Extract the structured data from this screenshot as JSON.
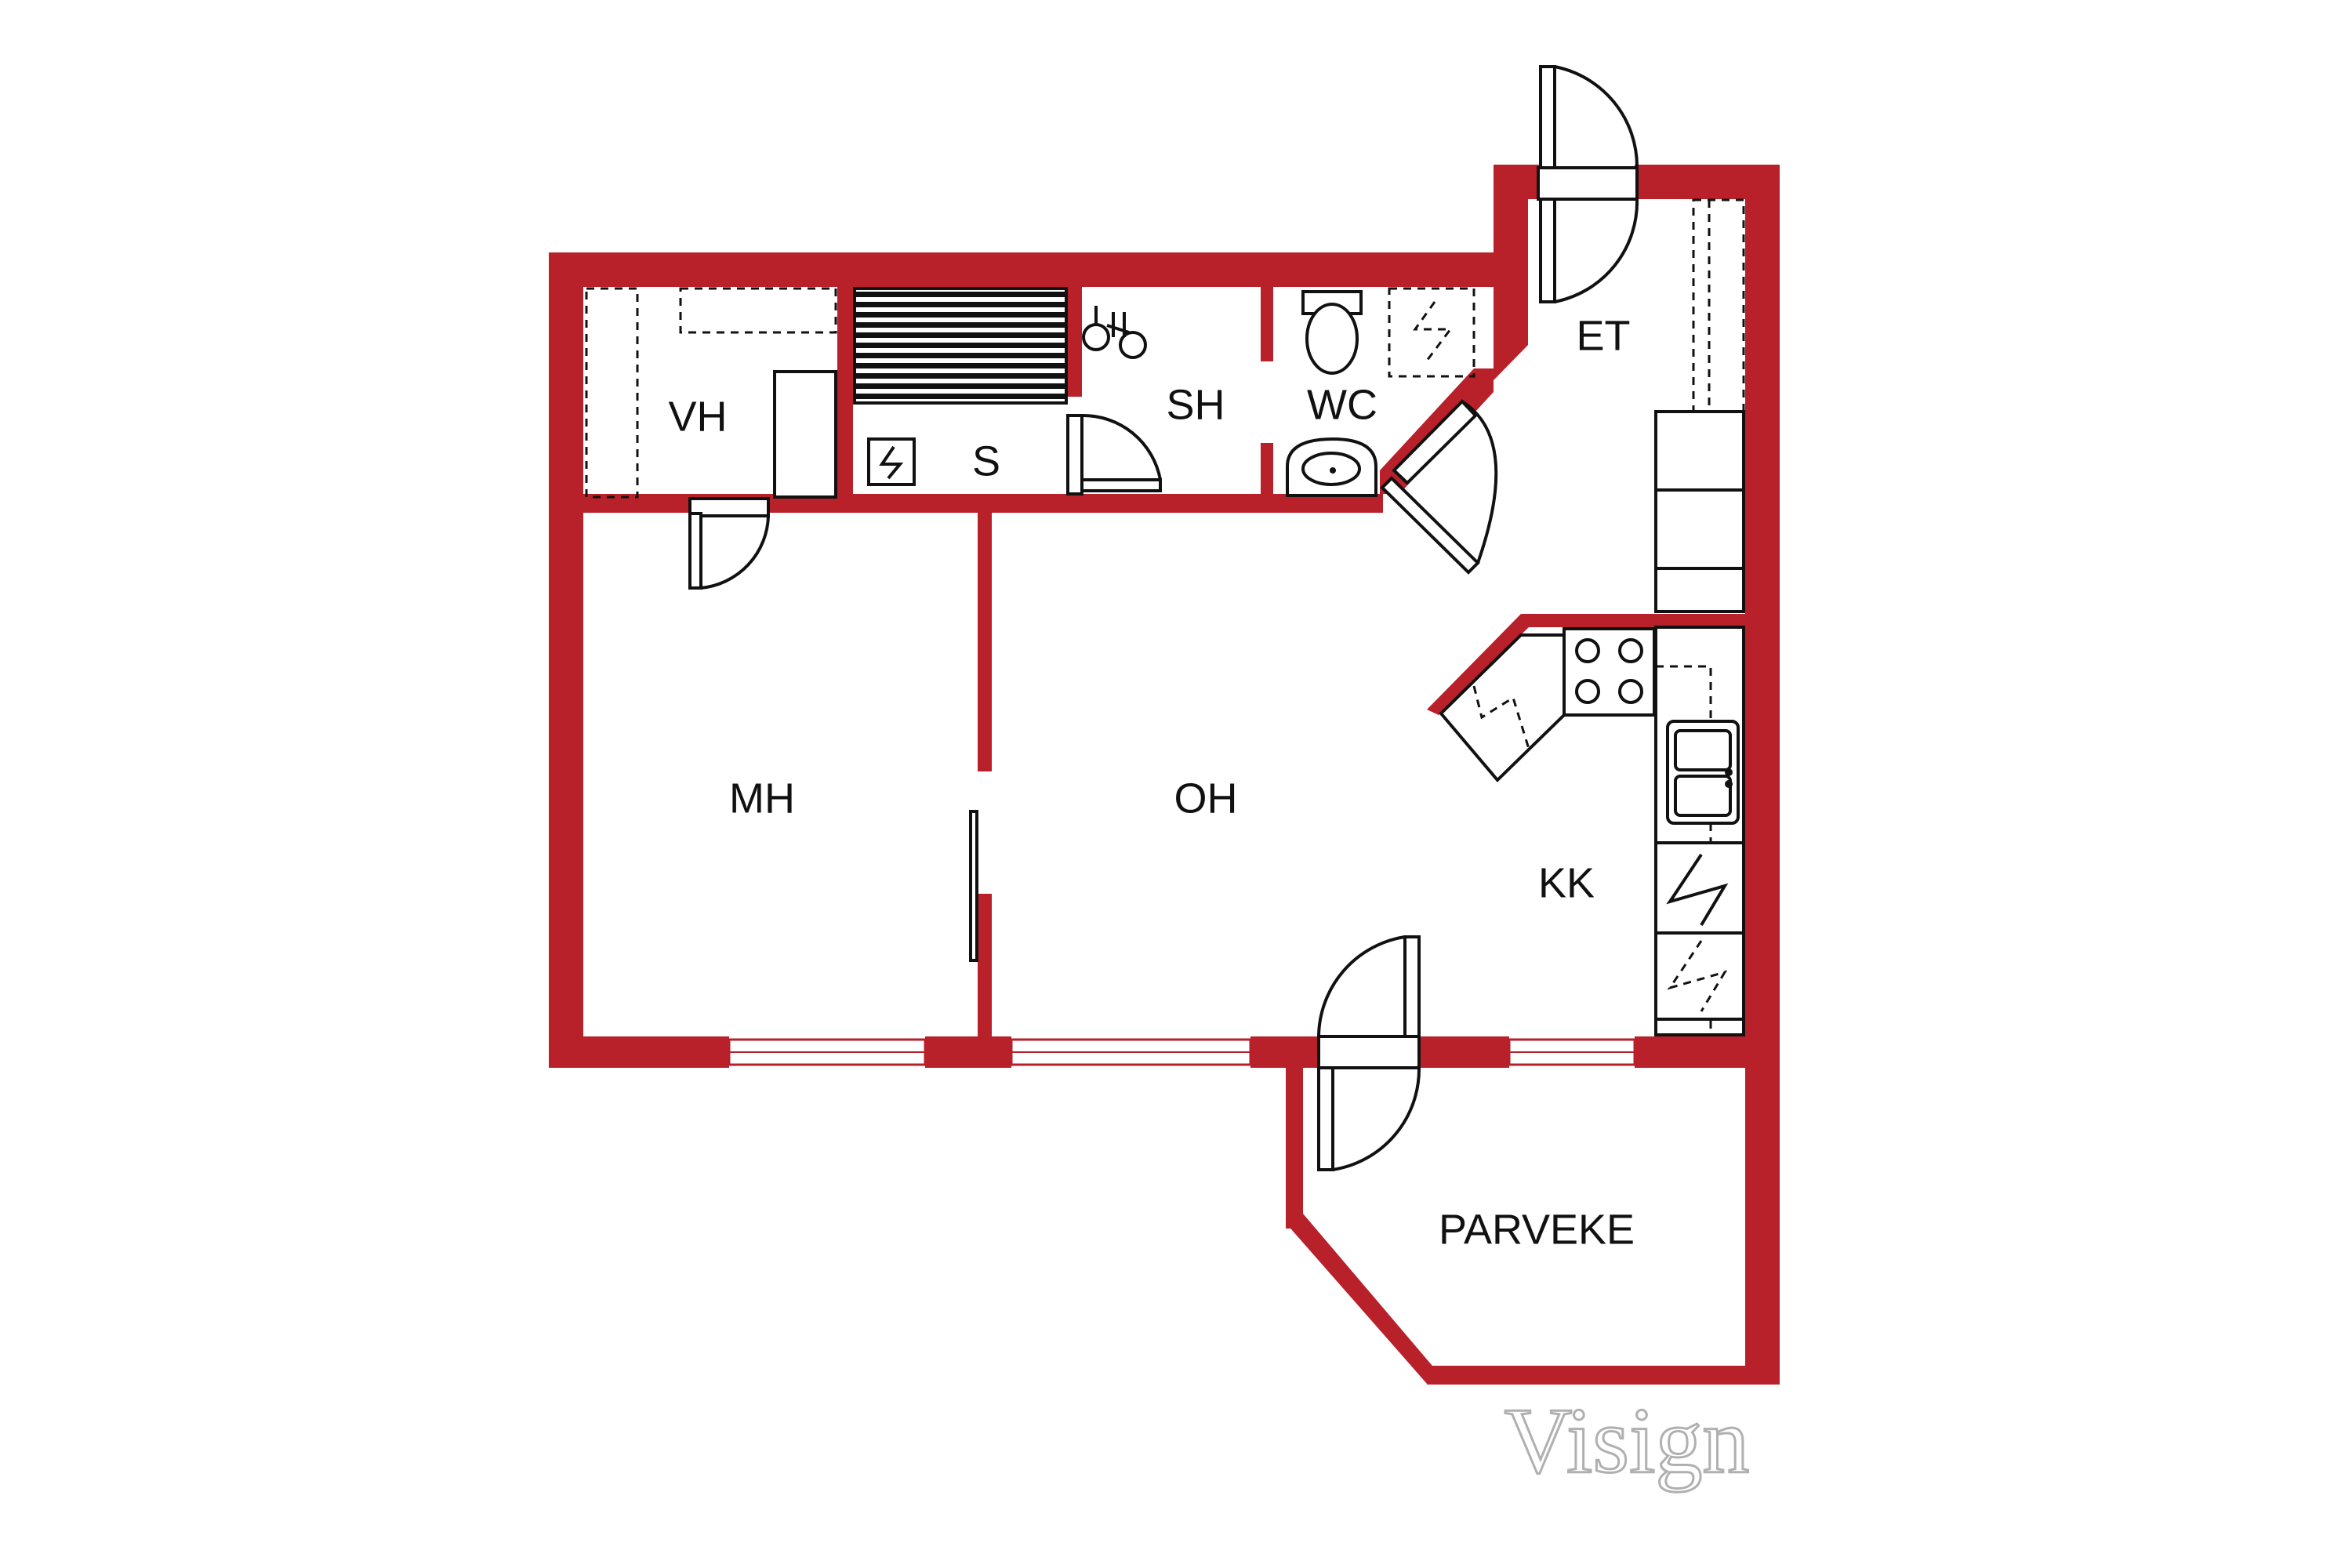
{
  "colors": {
    "wall": "#b8202a",
    "line": "#111111",
    "background": "#ffffff",
    "logo": "#b0b0b0"
  },
  "rooms": [
    {
      "id": "vh",
      "label": "VH"
    },
    {
      "id": "s",
      "label": "S"
    },
    {
      "id": "sh",
      "label": "SH"
    },
    {
      "id": "wc",
      "label": "WC"
    },
    {
      "id": "et",
      "label": "ET"
    },
    {
      "id": "mh",
      "label": "MH"
    },
    {
      "id": "oh",
      "label": "OH"
    },
    {
      "id": "kk",
      "label": "KK"
    },
    {
      "id": "parveke",
      "label": "PARVEKE"
    }
  ],
  "logo": {
    "text": "Visign"
  }
}
